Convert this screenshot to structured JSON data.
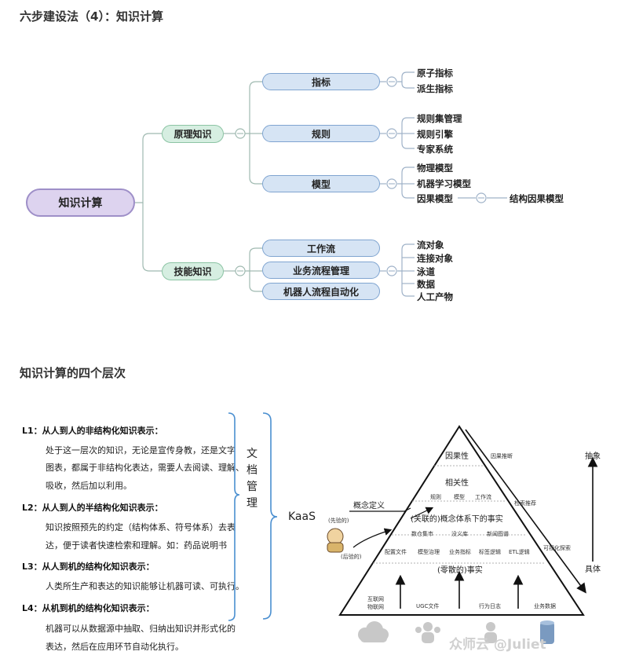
{
  "section1": {
    "title": "六步建设法（4）：知识计算",
    "root": "知识计算",
    "principle": "原理知识",
    "skill": "技能知识",
    "indicator": "指标",
    "indicator_leaves": [
      "原子指标",
      "派生指标"
    ],
    "rules": "规则",
    "rules_leaves": [
      "规则集管理",
      "规则引擎",
      "专家系统"
    ],
    "model": "模型",
    "model_leaves": [
      "物理模型",
      "机器学习模型",
      "因果模型"
    ],
    "causal_sub": "结构因果模型",
    "workflow": "工作流",
    "business_flow": "业务流程管理",
    "rpa": "机器人流程自动化",
    "skill_leaves": [
      "流对象",
      "连接对象",
      "泳道",
      "数据",
      "人工产物"
    ]
  },
  "section2": {
    "title": "知识计算的四个层次",
    "levels": [
      {
        "head": "L1：从人到人的非结构化知识表示：",
        "body": [
          "处于这一层次的知识，无论是宣传身教，还是文字",
          "图表，都属于非结构化表达，需要人去阅读、理解、",
          "吸收，然后加以利用。"
        ]
      },
      {
        "head": "L2：从人到人的半结构化知识表示：",
        "body": [
          "知识按照预先的约定（结构体系、符号体系）去表",
          "达，便于读者快速检索和理解。如：药品说明书"
        ]
      },
      {
        "head": "L3：从人到机的结构化知识表示：",
        "body": [
          "人类所生产和表达的知识能够让机器可读、可执行。"
        ]
      },
      {
        "head": "L4：从机到机的结构化知识表示：",
        "body": [
          "机器可以从数据源中抽取、归纳出知识并形式化的",
          "表达，然后在应用环节自动化执行。"
        ]
      }
    ],
    "doc_mgmt": [
      "文",
      "档",
      "管",
      "理"
    ],
    "kaas": "KaaS",
    "pyramid": {
      "causality": "因果性",
      "correlation": "相关性",
      "corr_items": [
        "规则",
        "模型",
        "工作流"
      ],
      "concept_facts": "(关联的)概念体系下的事实",
      "concept_items": [
        "数仓集市",
        "没义库",
        "新闻图谱"
      ],
      "scattered_facts": "(零散的)事实",
      "scattered_items": [
        "配置文件",
        "模型治理",
        "业务指标",
        "标签逻辑",
        "ETL逻辑"
      ],
      "concept_def": "概念定义",
      "pioneer": "(先验的)",
      "posterior": "(后验的)",
      "causal_infer": "因果推断",
      "inspect_rec": "检索推荐",
      "visual_explore": "可视化探索",
      "bottom_labels": [
        "互联网 物联网",
        "UGC文件",
        "行为日志",
        "业务数据"
      ],
      "abstract": "抽象",
      "concrete": "具体"
    },
    "watermark": "众师云  @Juliet"
  }
}
